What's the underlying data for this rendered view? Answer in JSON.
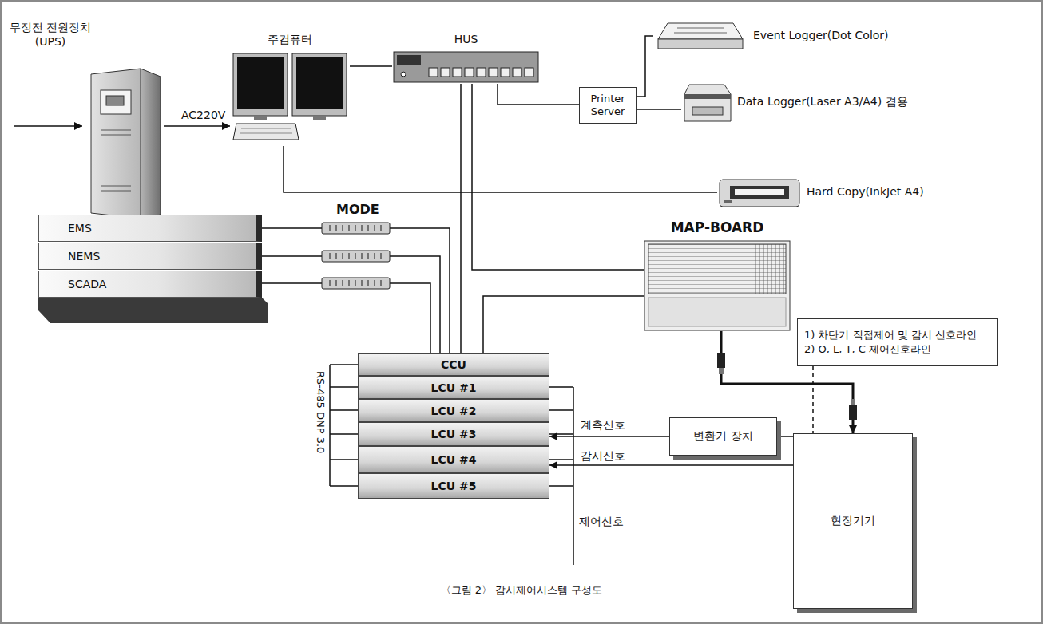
{
  "diagram": {
    "caption": "〈그림 2〉 감시제어시스템 구성도",
    "nodes": [
      {
        "text": [
          "무정전 전원장치 (UPS)"
        ]
      },
      {
        "text": [
          "주컴퓨터"
        ]
      },
      {
        "text": [
          "HUS"
        ]
      },
      {
        "text": [
          "Printer Server"
        ]
      },
      {
        "text": [
          "Event Logger(Dot Color)"
        ]
      },
      {
        "text": [
          "Data Logger(Laser A3/A4) 겸용"
        ]
      },
      {
        "text": [
          "Hard Copy(InkJet A4)"
        ]
      },
      {
        "text": [
          "EMS"
        ]
      },
      {
        "text": [
          "NEMS"
        ]
      },
      {
        "text": [
          "SCADA"
        ]
      },
      {
        "text": [
          "MAP-BOARD"
        ]
      },
      {
        "text": [
          "1) 차단기 직접제어 및 감시 신호라인",
          "2) O, L, T, C 제어신호라인"
        ]
      },
      {
        "text": [
          "CCU"
        ]
      },
      {
        "text": [
          "LCU #1"
        ]
      },
      {
        "text": [
          "LCU #2"
        ]
      },
      {
        "text": [
          "LCU #3"
        ]
      },
      {
        "text": [
          "LCU #4"
        ]
      },
      {
        "text": [
          "LCU #5"
        ]
      },
      {
        "text": [
          "변환기 장치"
        ]
      },
      {
        "text": [
          "현장기기"
        ]
      }
    ],
    "edges": [
      {
        "from": 0,
        "to": 1,
        "arrow": "to",
        "label": "AC220V"
      },
      {
        "from": 1,
        "to": 2,
        "arrow": "none"
      },
      {
        "from": 2,
        "to": 3,
        "arrow": "none"
      },
      {
        "from": 3,
        "to": 4,
        "arrow": "none"
      },
      {
        "from": 3,
        "to": 5,
        "arrow": "none"
      },
      {
        "from": 1,
        "to": 6,
        "arrow": "none"
      },
      {
        "from": 7,
        "to": 12,
        "arrow": "none"
      },
      {
        "from": 8,
        "to": 12,
        "arrow": "none"
      },
      {
        "from": 9,
        "to": 12,
        "arrow": "none"
      },
      {
        "from": 2,
        "to": 12,
        "arrow": "none"
      },
      {
        "from": 2,
        "to": 10,
        "arrow": "none"
      },
      {
        "from": 12,
        "to": 10,
        "arrow": "none"
      },
      {
        "from": 10,
        "to": 19,
        "arrow": "to"
      },
      {
        "from": 11,
        "to": 19,
        "arrow": "none"
      },
      {
        "from": 19,
        "to": 18,
        "arrow": "none"
      },
      {
        "from": 18,
        "to": 15,
        "arrow": "to",
        "label": "계측신호"
      },
      {
        "from": 19,
        "to": 16,
        "arrow": "to",
        "label": "감시신호"
      }
    ],
    "labels": [
      "MODE",
      "RS-485 DNP 3.0",
      "제어신호"
    ]
  }
}
